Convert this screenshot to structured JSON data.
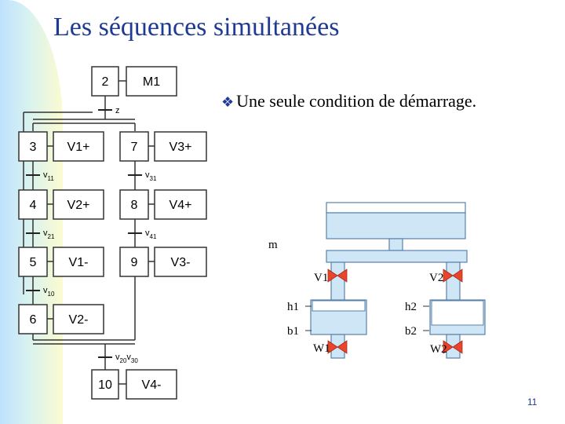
{
  "title": "Les séquences simultanées",
  "bullet": {
    "symbol": "❖",
    "text": "Une seule condition de démarrage."
  },
  "page_number": "11",
  "grafcet": {
    "steps": [
      {
        "num": "2",
        "action": "M1"
      },
      {
        "num": "3",
        "action": "V1+"
      },
      {
        "num": "4",
        "action": "V2+"
      },
      {
        "num": "5",
        "action": "V1-"
      },
      {
        "num": "6",
        "action": "V2-"
      },
      {
        "num": "7",
        "action": "V3+"
      },
      {
        "num": "8",
        "action": "V4+"
      },
      {
        "num": "9",
        "action": "V3-"
      },
      {
        "num": "10",
        "action": "V4-"
      }
    ],
    "transitions": [
      {
        "main": "z",
        "sub": ""
      },
      {
        "main": "v",
        "sub": "11"
      },
      {
        "main": "v",
        "sub": "21"
      },
      {
        "main": "v",
        "sub": "10"
      },
      {
        "main": "v",
        "sub": "31"
      },
      {
        "main": "v",
        "sub": "41"
      },
      {
        "main": "v",
        "sub": "20",
        "main2": "v",
        "sub2": "30"
      }
    ]
  },
  "machine": {
    "labels": {
      "m": "m",
      "v1": "V1",
      "v2": "V2",
      "h1": "h1",
      "h2": "h2",
      "b1": "b1",
      "b2": "b2",
      "w1": "W1",
      "w2": "W2"
    },
    "colors": {
      "fill": "#cfe6f7",
      "outline": "#5a82a8",
      "valve": "#e8452c"
    }
  }
}
